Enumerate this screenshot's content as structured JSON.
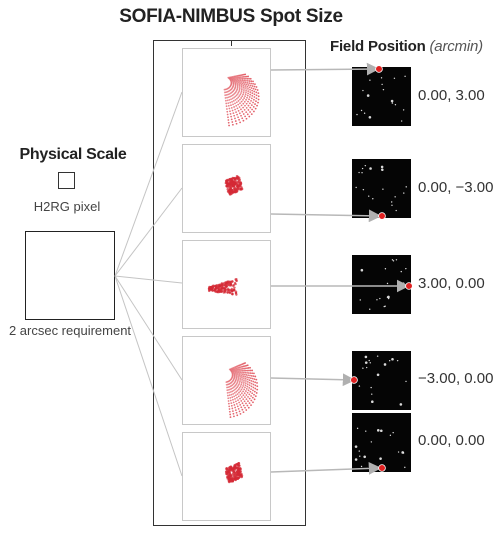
{
  "title": "SOFIA-NIMBUS Spot Size",
  "physical_scale": {
    "heading": "Physical Scale",
    "pixel_label": "H2RG pixel",
    "requirement_label": "2 arcsec requirement"
  },
  "field_position": {
    "heading": "Field Position",
    "unit": "(arcmin)"
  },
  "rows": [
    {
      "label": "0.00, 3.00",
      "spot_shape": "large-fan"
    },
    {
      "label": "0.00, −3.00",
      "spot_shape": "small-triangle"
    },
    {
      "label": "3.00, 0.00",
      "spot_shape": "wedge"
    },
    {
      "label": "−3.00, 0.00",
      "spot_shape": "large-fan"
    },
    {
      "label": "0.00, 0.00",
      "spot_shape": "small-triangle"
    }
  ],
  "colors": {
    "spot": "#e0505a",
    "spot_dense": "#d42a35",
    "marker": "#e02020",
    "field_bg": "#050505",
    "connector": "#c0c0c0",
    "arrow": "#b8b8b8"
  }
}
